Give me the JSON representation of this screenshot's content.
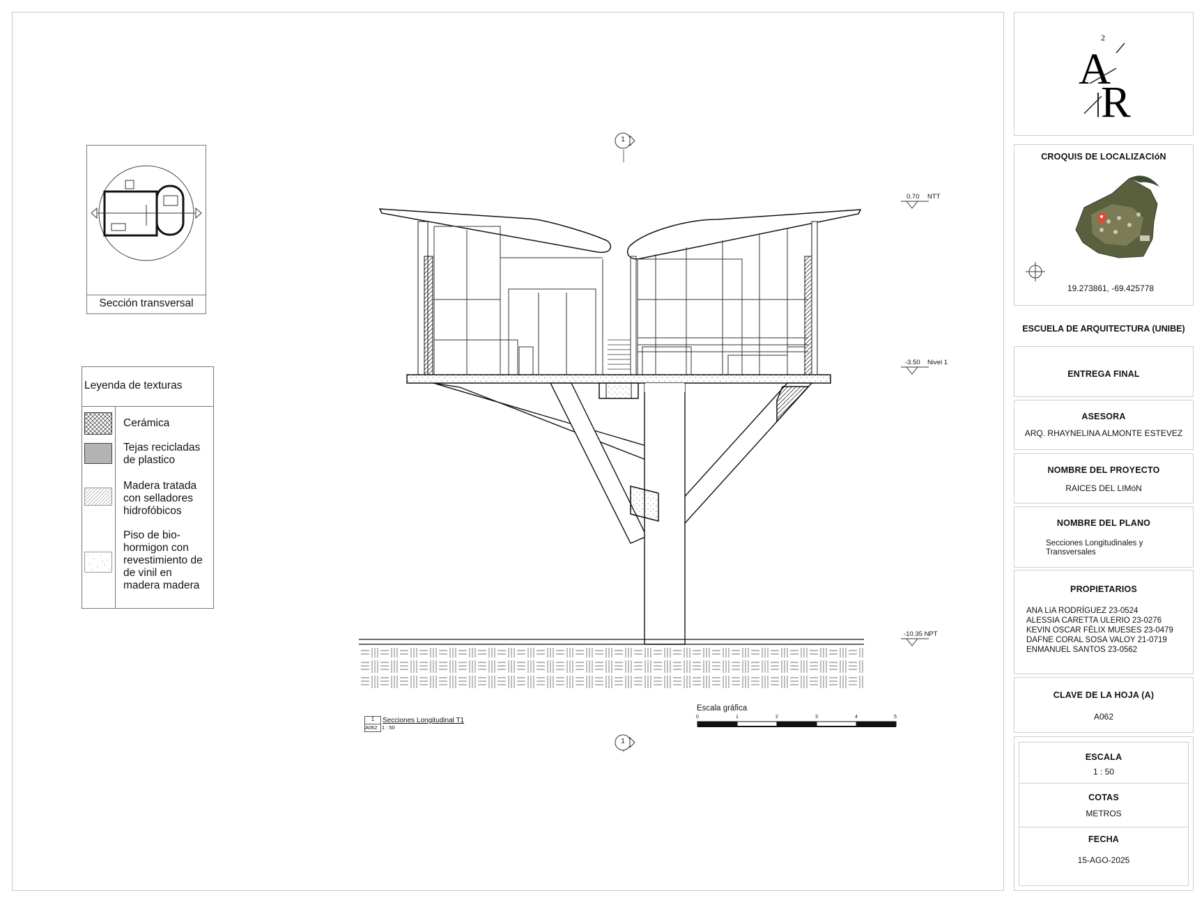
{
  "section_thumb": {
    "caption": "Sección transversal"
  },
  "legend": {
    "title": "Leyenda de texturas",
    "items": [
      {
        "label": "Cerámica",
        "pattern": "crosshatch"
      },
      {
        "label": "Tejas recicladas\nde plastico",
        "pattern": "solid-gray"
      },
      {
        "label": "Madera tratada\ncon selladores\nhidrofóbicos",
        "pattern": "diagonal-lines"
      },
      {
        "label": "Piso de bio-\nhormigon con\nrevestimiento de\nde vinil en\nmadera madera",
        "pattern": "stipple"
      }
    ]
  },
  "section_marker": {
    "number": "1"
  },
  "levels": [
    {
      "value": "0.70",
      "name": "NTT"
    },
    {
      "value": "-3.50",
      "name": "Nivel 1"
    },
    {
      "value": "-10.35 NPT",
      "name": ""
    }
  ],
  "view_title": {
    "number": "1",
    "sheet": "A062",
    "scale": "1 : 50",
    "name": "Secciones Longitudinal T1"
  },
  "graphic_scale": {
    "title": "Escala gráfica",
    "ticks": [
      "0",
      "1",
      "2",
      "3",
      "4",
      "5"
    ]
  },
  "title_block": {
    "location_sketch": {
      "title": "CROQUIS DE LOCALIZACIóN",
      "coords": "19.273861, -69.425778"
    },
    "school": "ESCUELA DE ARQUITECTURA (UNIBE)",
    "delivery": "ENTREGA FINAL",
    "advisor": {
      "title": "ASESORA",
      "name": "ARQ. RHAYNELINA ALMONTE ESTEVEZ"
    },
    "project": {
      "title": "NOMBRE DEL PROYECTO",
      "name": "RAICES DEL LIMóN"
    },
    "plan": {
      "title": "NOMBRE DEL PLANO",
      "name_line1": "Secciones Longitudinales y",
      "name_line2": "Transversales"
    },
    "owners": {
      "title": "PROPIETARIOS",
      "list": [
        "ANA LíA RODRÍGUEZ 23-0524",
        "ALESSIA CARETTA ULERIO 23-0276",
        "KEVIN OSCAR FÉLIX MUESES 23-0479",
        "DAFNE CORAL SOSA VALOY 21-0719",
        "ENMANUEL SANTOS 23-0562"
      ]
    },
    "sheet_key": {
      "title": "CLAVE DE LA HOJA (A)",
      "value": "A062"
    },
    "scale": {
      "title": "ESCALA",
      "value": "1 : 50"
    },
    "dims": {
      "title": "COTAS",
      "value": "METROS"
    },
    "date": {
      "title": "FECHA",
      "value": "15-AGO-2025"
    }
  }
}
